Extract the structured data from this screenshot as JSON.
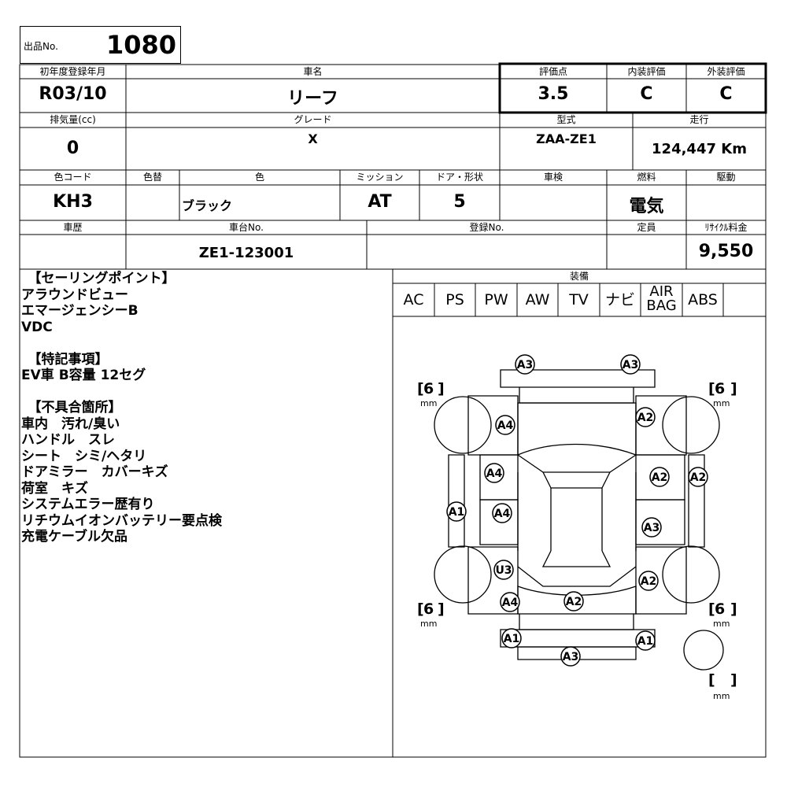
{
  "lot": {
    "label": "出品No.",
    "number": "1080"
  },
  "row1": {
    "reg_label": "初年度登録年月",
    "reg_value": "R03/10",
    "name_label": "車名",
    "name_value": "リーフ",
    "score_label": "評価点",
    "score_value": "3.5",
    "interior_label": "内装評価",
    "interior_value": "C",
    "exterior_label": "外装評価",
    "exterior_value": "C"
  },
  "row2": {
    "disp_label": "排気量(cc)",
    "disp_value": "0",
    "grade_label": "グレード",
    "grade_value": "X",
    "model_label": "型式",
    "model_value": "ZAA-ZE1",
    "mileage_label": "走行",
    "mileage_value": "124,447 Km"
  },
  "row3": {
    "colorcode_label": "色コード",
    "colorcode_value": "KH3",
    "repaint_label": "色替",
    "color_label": "色",
    "color_value": "ブラック",
    "mission_label": "ミッション",
    "mission_value": "AT",
    "door_label": "ドア・形状",
    "door_value": "5",
    "inspection_label": "車検",
    "fuel_label": "燃料",
    "fuel_value": "電気",
    "drive_label": "駆動"
  },
  "row4": {
    "history_label": "車歴",
    "chassis_label": "車台No.",
    "chassis_value": "ZE1-123001",
    "regno_label": "登録No.",
    "capacity_label": "定員",
    "recycle_label": "ﾘｻｲｸﾙ料金",
    "recycle_value": "9,550"
  },
  "notes": "　【セーリングポイント】\nアラウンドビュー\nエマージェンシーB\nVDC\n\n　【特記事項】\nEV車 B容量 12セグ\n\n　【不具合箇所】\n車内　汚れ/臭い\nハンドル　スレ\nシート　シミ/ヘタリ\nドアミラー　カバーキズ\n荷室　キズ\nシステムエラー歴有り\nリチウムイオンバッテリー要点検\n充電ケーブル欠品",
  "equipment": {
    "label": "装備",
    "items": [
      "AC",
      "PS",
      "PW",
      "AW",
      "TV",
      "ナビ",
      "AIR",
      "BAG",
      "ABS"
    ]
  },
  "tires": {
    "front_left": "6",
    "front_right": "6",
    "rear_left": "6",
    "rear_right": "6",
    "unit": "mm",
    "open": "[",
    "close": "]"
  },
  "damage": [
    "A3",
    "A3",
    "A2",
    "A4",
    "A4",
    "A2",
    "A2",
    "A1",
    "A4",
    "A3",
    "U3",
    "A2",
    "A4",
    "A2",
    "A1",
    "A1",
    "A3"
  ]
}
